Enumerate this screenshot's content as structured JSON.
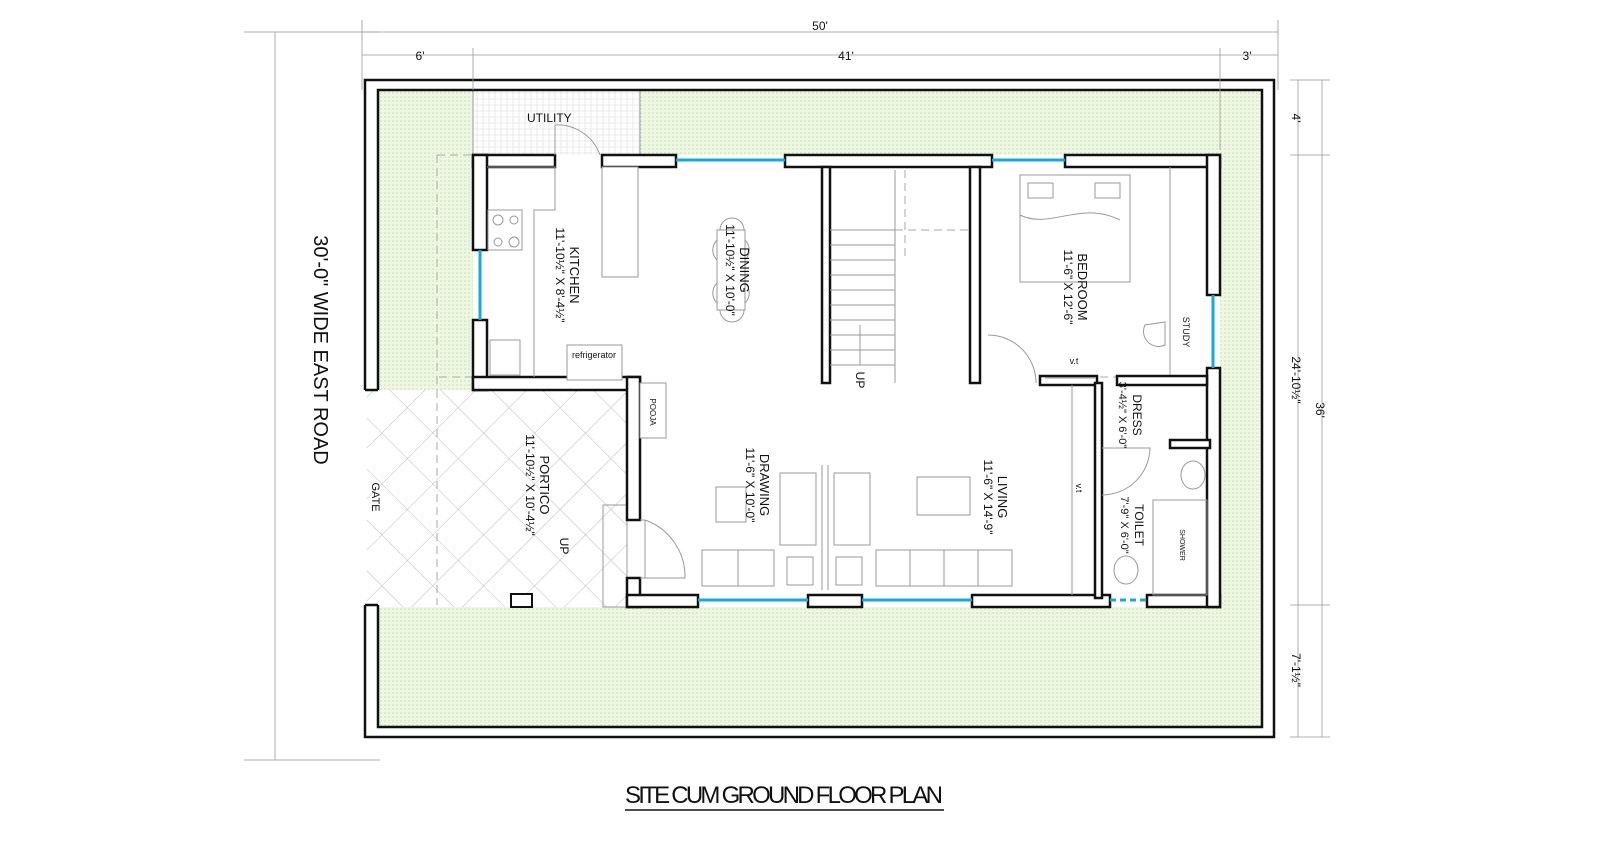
{
  "title": "SITE CUM GROUND FLOOR PLAN",
  "road_label": "30'-0\" WIDE EAST ROAD",
  "dimensions": {
    "top_total": "50'",
    "top_left": "6'",
    "top_middle": "41'",
    "top_right": "3'",
    "right_top": "4'",
    "right_middle": "24'-10½\"",
    "right_total": "36'",
    "right_bottom": "7'-1½\""
  },
  "rooms": {
    "utility": "UTILITY",
    "kitchen": {
      "name": "KITCHEN",
      "size": "11'-10½\" X 8'-4½\""
    },
    "dining": {
      "name": "DINING",
      "size": "11'-10½\" X 10'-0\""
    },
    "bedroom": {
      "name": "BEDROOM",
      "size": "11'-6\" X 12'-6\""
    },
    "study": "STUDY",
    "dress": {
      "name": "DRESS",
      "size": "3'-4½\" X 6'-0\""
    },
    "toilet": {
      "name": "TOILET",
      "size": "7'-9\" X 6'-0\""
    },
    "shower": "SHOWER",
    "pooja": "POOJA",
    "portico": {
      "name": "PORTICO",
      "size": "11'-10½\" X 10'-4½\""
    },
    "drawing": {
      "name": "DRAWING",
      "size": "11'-6\" X 10'-0\""
    },
    "living": {
      "name": "LIVING",
      "size": "11'-6\" X 14'-9\""
    }
  },
  "labels": {
    "gate": "GATE",
    "up_stair": "UP",
    "up_portico": "UP",
    "refrigerator": "refrigerator",
    "vt1": "v.t",
    "vt2": "v.t"
  },
  "colors": {
    "wall": "#111111",
    "window": "#1aa6e0",
    "lawn": "#e4f2d3"
  }
}
